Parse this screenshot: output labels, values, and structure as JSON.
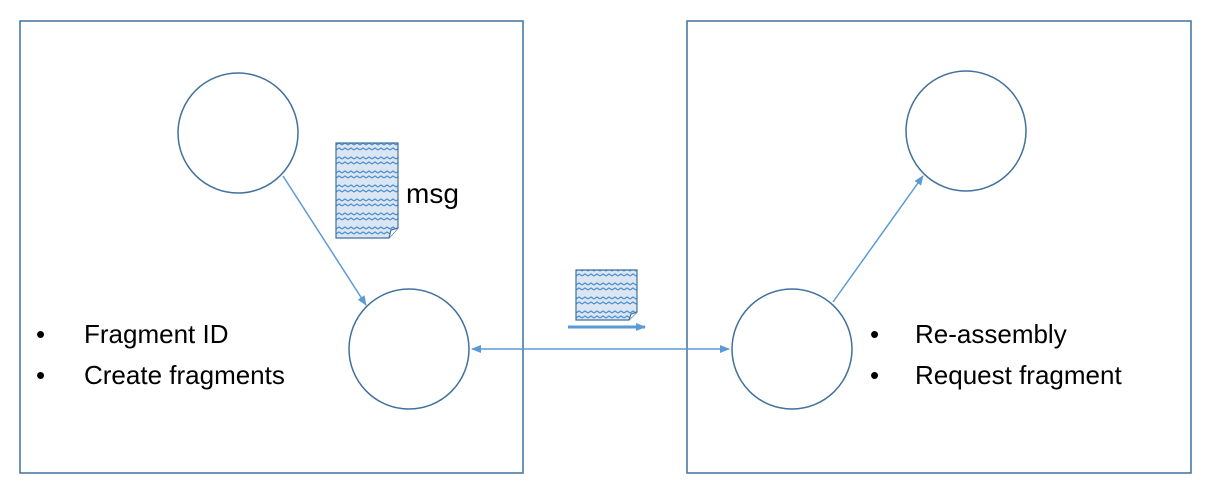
{
  "colors": {
    "node_stroke": "#41719c",
    "arrow": "#5b9bd5",
    "doc_fill": "#dce6f2",
    "doc_pattern": "#4a8fd0",
    "text": "#000000"
  },
  "sender": {
    "bullets": [
      "Fragment ID",
      "Create fragments"
    ]
  },
  "receiver": {
    "bullets": [
      "Re-assembly",
      "Request fragment"
    ]
  },
  "message": {
    "label": "msg"
  },
  "bullet_glyph": "•"
}
